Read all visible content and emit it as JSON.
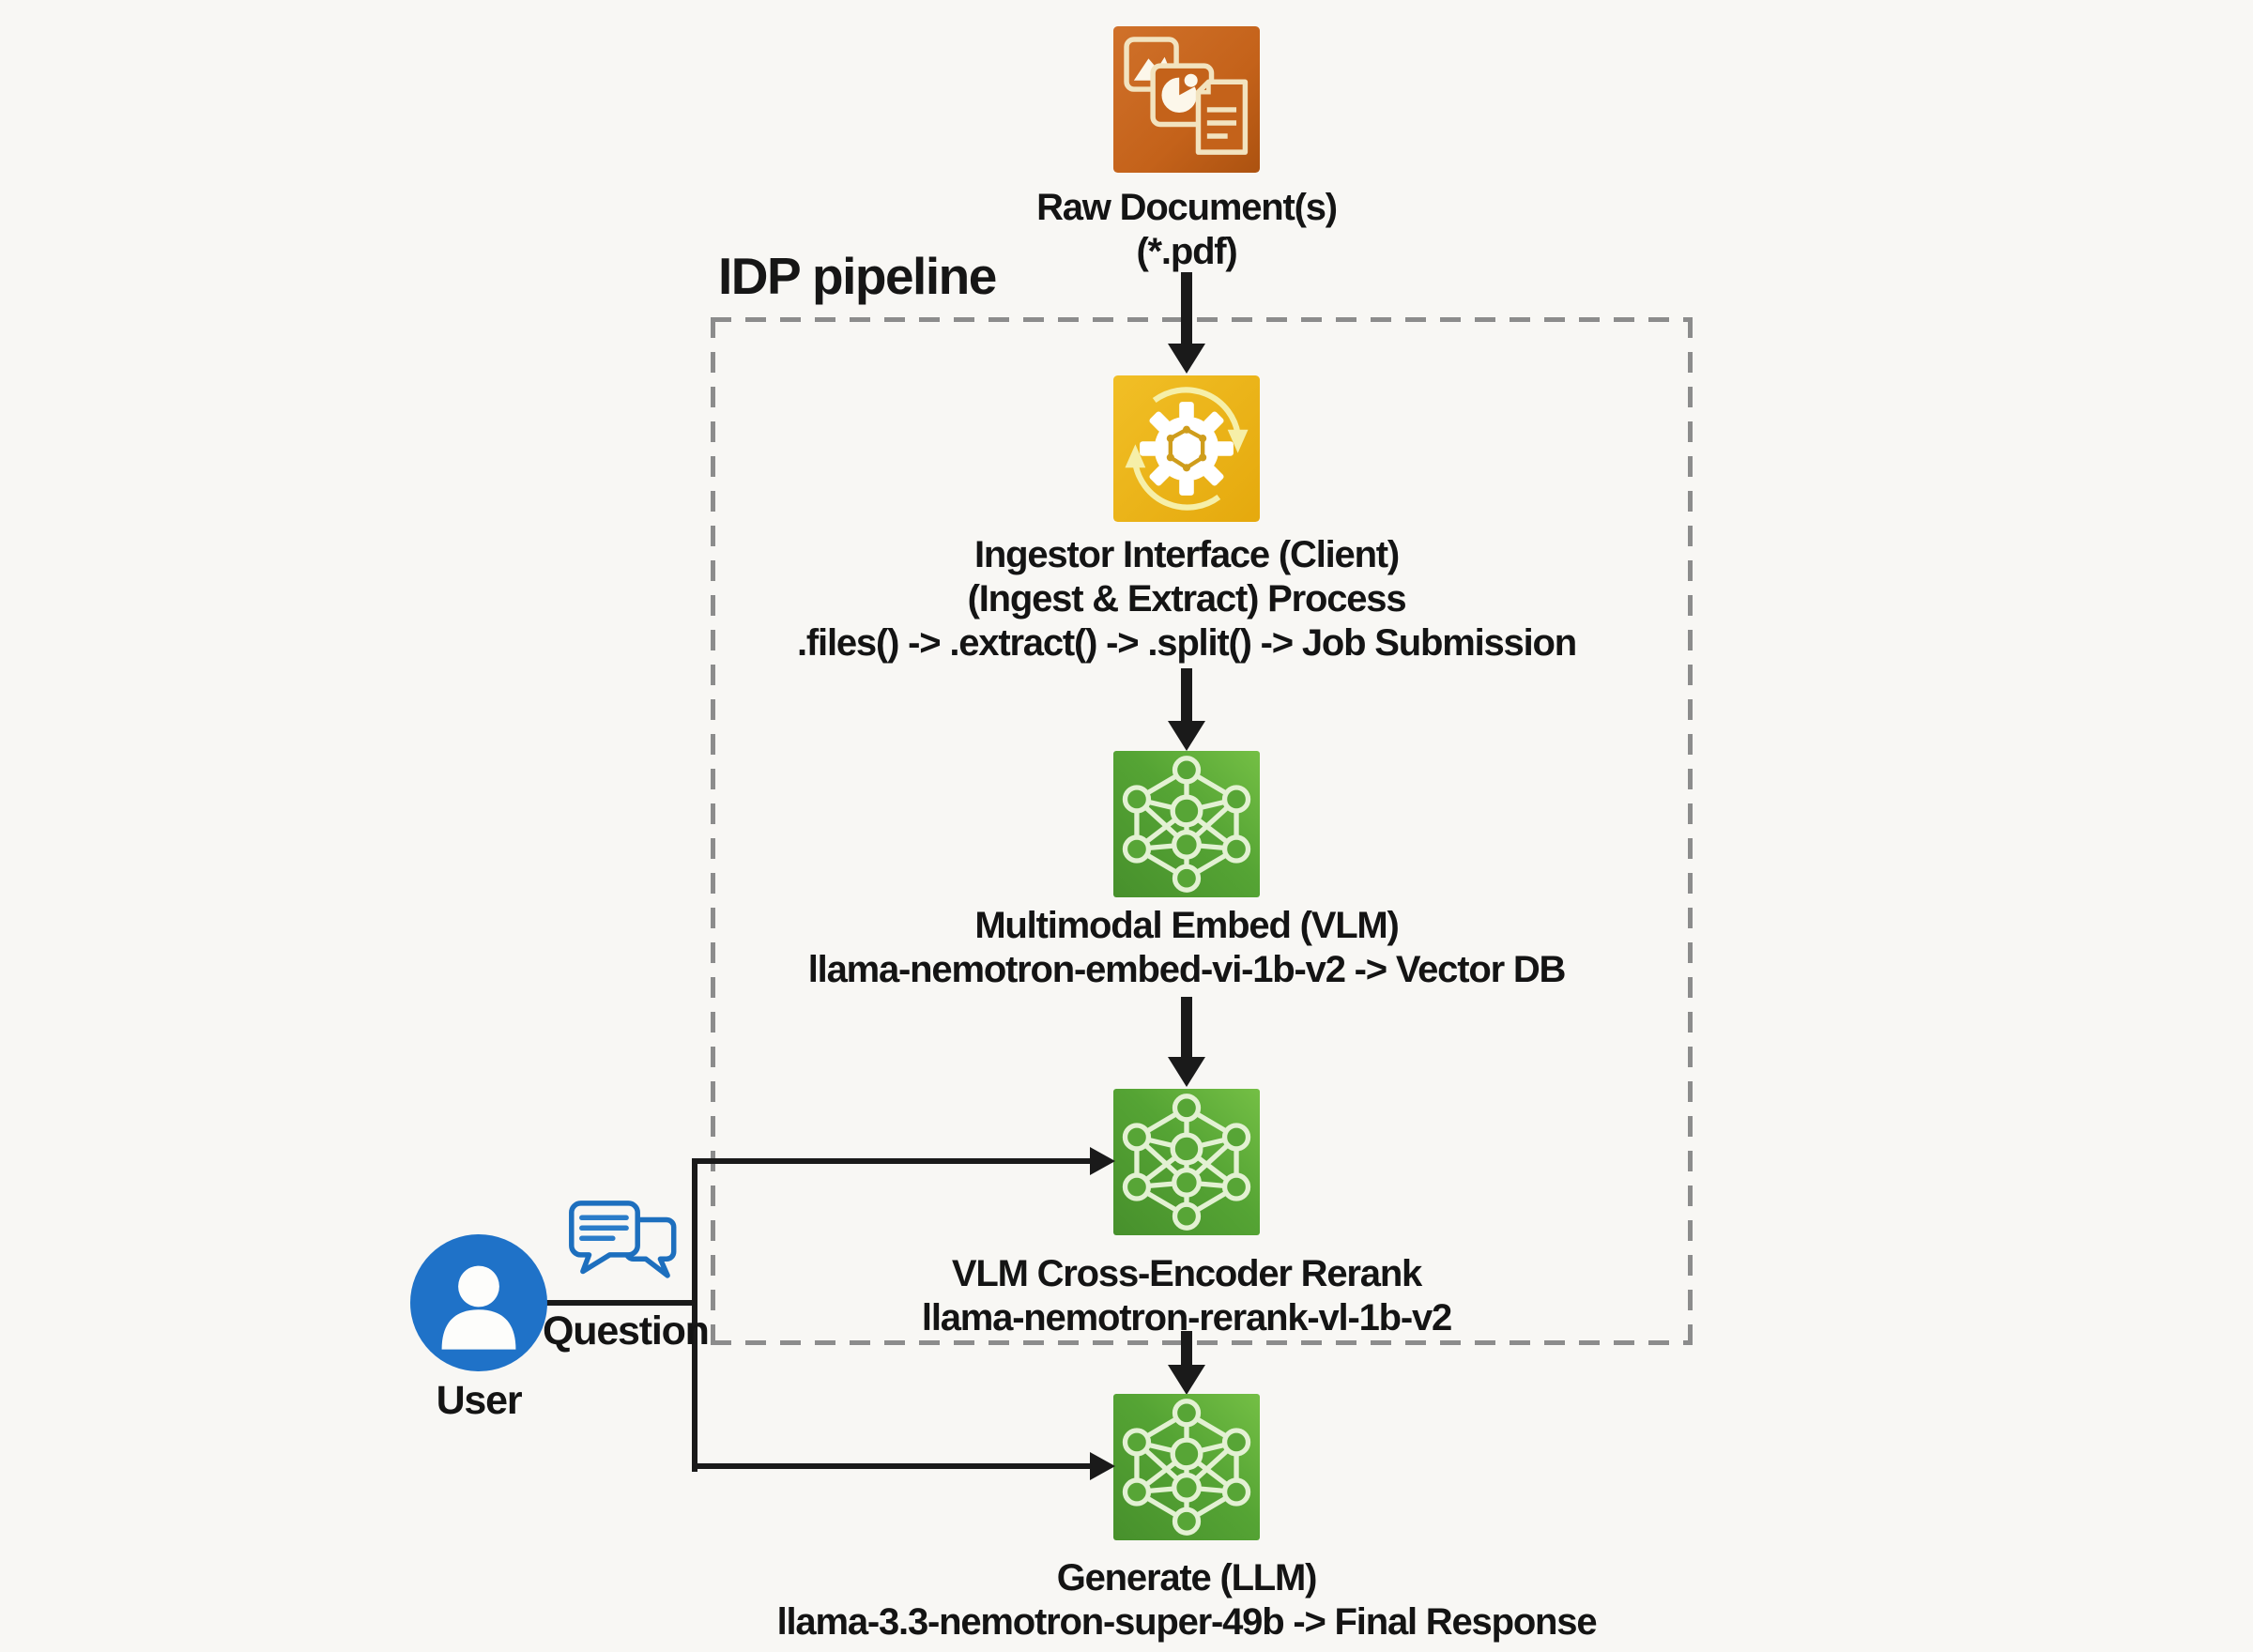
{
  "pipeline_box": {
    "label": "IDP pipeline"
  },
  "nodes": {
    "raw_document": {
      "title": "Raw Document(s)",
      "subtitle": "(*.pdf)",
      "icon": "documents-icon"
    },
    "ingestor": {
      "title": "Ingestor Interface (Client)",
      "line2": "(Ingest & Extract) Process",
      "line3": ".files() -> .extract() -> .split() -> Job Submission",
      "icon": "process-sync-gear-icon"
    },
    "multimodal_embed": {
      "title": "Multimodal Embed (VLM)",
      "line2": "llama-nemotron-embed-vi-1b-v2 -> Vector DB",
      "icon": "neural-network-icon"
    },
    "rerank": {
      "title": "VLM Cross-Encoder Rerank",
      "line2": "llama-nemotron-rerank-vl-1b-v2",
      "icon": "neural-network-icon"
    },
    "generate": {
      "title": "Generate (LLM)",
      "line2": "llama-3.3-nemotron-super-49b -> Final Response",
      "icon": "neural-network-icon"
    },
    "user": {
      "label": "User",
      "question_label": "Question",
      "icon": "user-icon",
      "chat_icon": "chat-bubbles-icon"
    }
  },
  "colors": {
    "background": "#f8f7f4",
    "text": "#141414",
    "arrow": "#1a1a1a",
    "dashed_border": "#8c8c8c",
    "doc_icon_orange": "#c4621a",
    "doc_icon_glyph": "#f2e3bf",
    "ingest_icon_yellow": "#ecb514",
    "nn_icon_green_light": "#74bf45",
    "nn_icon_green_dark": "#47902c",
    "nn_icon_glyph": "#e3f1d3",
    "user_circle_blue": "#1f72c8",
    "chat_bubble_blue": "#1d6fbe"
  }
}
